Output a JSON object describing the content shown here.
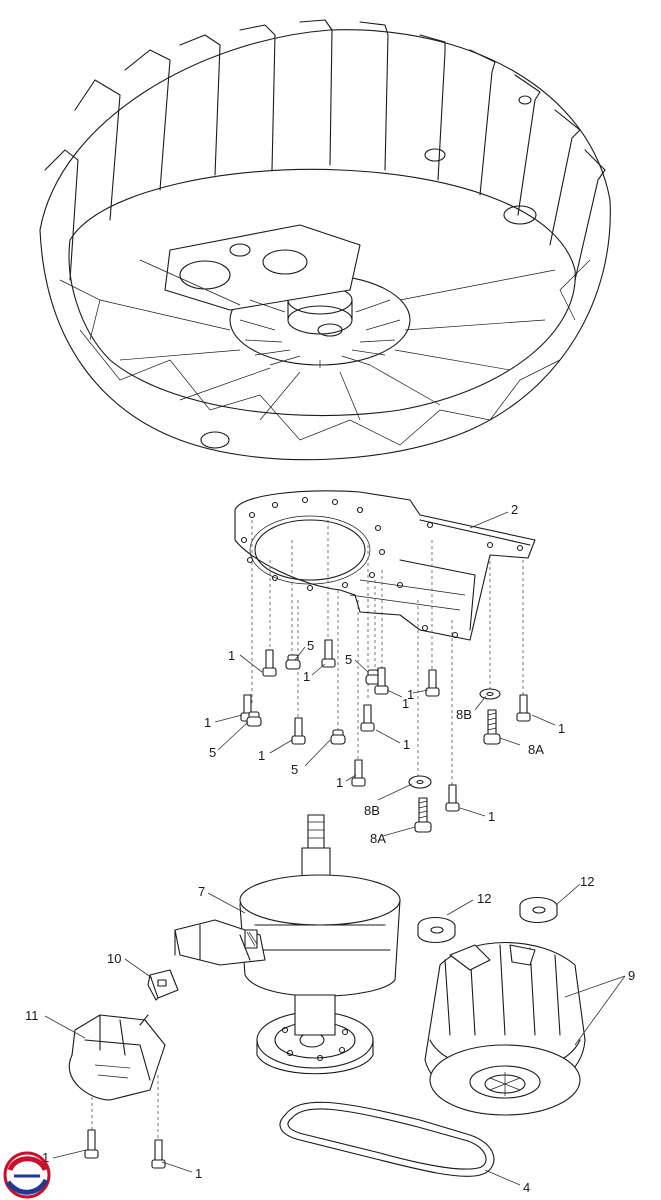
{
  "callouts": {
    "c2": "2",
    "c1a": "1",
    "c1b": "1",
    "c1c": "1",
    "c1d": "1",
    "c1e": "1",
    "c1f": "1",
    "c1g": "1",
    "c1h": "1",
    "c1i": "1",
    "c1j": "1",
    "c1k": "1",
    "c1l": "1",
    "c5a": "5",
    "c5b": "5",
    "c5c": "5",
    "c5d": "5",
    "c8b1": "8B",
    "c8a1": "8A",
    "c8b2": "8B",
    "c8a2": "8A",
    "c7": "7",
    "c12a": "12",
    "c12b": "12",
    "c9": "9",
    "c10": "10",
    "c11": "11",
    "c4": "4"
  },
  "logo": {
    "colors": [
      "#c8102e",
      "#1f3a93"
    ]
  }
}
